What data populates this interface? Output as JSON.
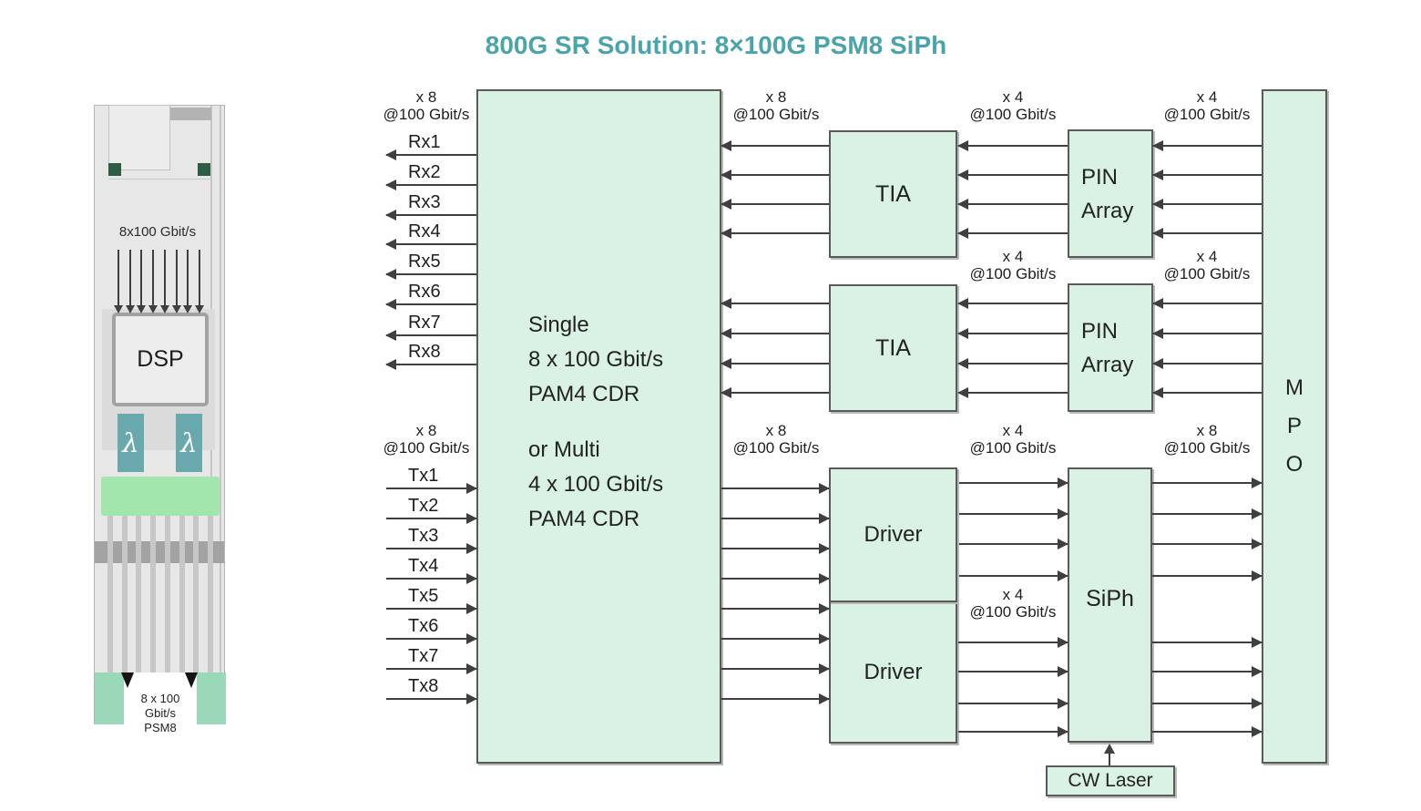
{
  "title": "800G SR Solution: 8×100G PSM8 SiPh",
  "module": {
    "top_label": "8x100 Gbit/s",
    "dsp_label": "DSP",
    "lambda_symbol": "λ",
    "bottom_label_line1": "8 x 100 Gbit/s",
    "bottom_label_line2": "PSM8"
  },
  "blocks": {
    "cdr_lines": [
      "Single",
      "8 x 100 Gbit/s",
      "PAM4 CDR",
      "or Multi",
      "4 x 100 Gbit/s",
      "PAM4 CDR"
    ],
    "tia": "TIA",
    "pin_line1": "PIN",
    "pin_line2": "Array",
    "driver": "Driver",
    "siph": "SiPh",
    "mpo_letters": [
      "M",
      "P",
      "O"
    ],
    "cw_laser": "CW Laser"
  },
  "rate_labels": {
    "x8": "x 8",
    "x4": "x 4",
    "per_lane": "@100 Gbit/s"
  },
  "ports": {
    "rx": [
      "Rx1",
      "Rx2",
      "Rx3",
      "Rx4",
      "Rx5",
      "Rx6",
      "Rx7",
      "Rx8"
    ],
    "tx": [
      "Tx1",
      "Tx2",
      "Tx3",
      "Tx4",
      "Tx5",
      "Tx6",
      "Tx7",
      "Tx8"
    ]
  },
  "colors": {
    "title_teal": "#4ba4aa",
    "block_fill": "#d9f2e4",
    "block_border": "#5a5a5a",
    "arrow": "#3f3f3f",
    "lambda_teal": "#69a9ad",
    "module_green_bar": "#a2e6ac",
    "connector_green": "#9bd8b9",
    "pcb_green_dark": "#2f5d44"
  }
}
